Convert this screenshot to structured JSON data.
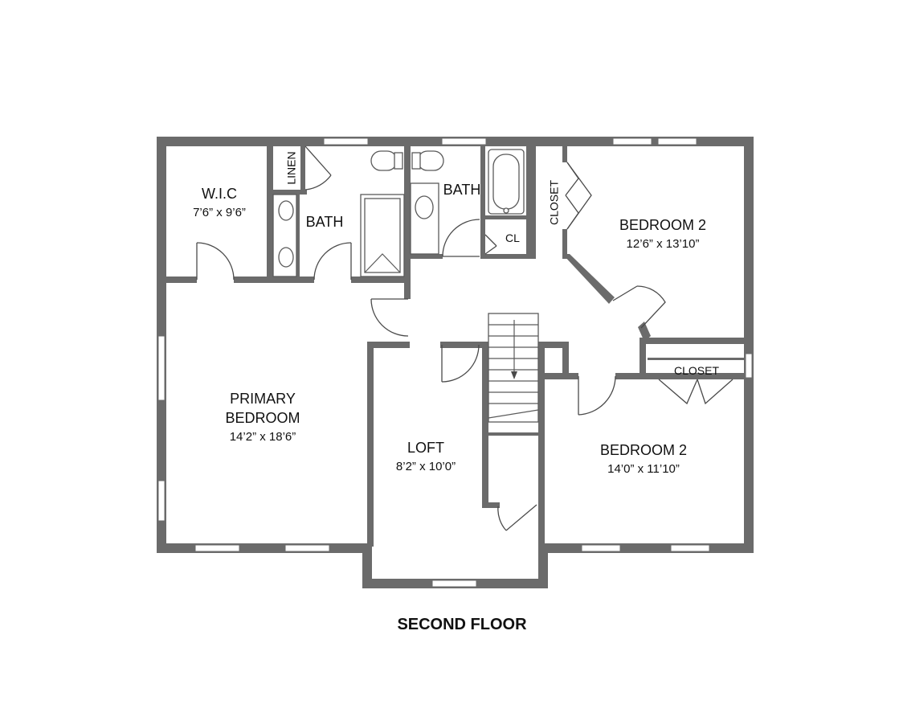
{
  "title": "SECOND FLOOR",
  "rooms": {
    "wic": {
      "name": "W.I.C",
      "dims": "7’6” x 9’6”"
    },
    "linen": {
      "name": "LINEN"
    },
    "bath1": {
      "name": "BATH"
    },
    "bath2": {
      "name": "BATH"
    },
    "closet_vertical": {
      "name": "CLOSET"
    },
    "cl": {
      "name": "CL"
    },
    "bedroom_upper": {
      "name": "BEDROOM 2",
      "dims": "12’6” x 13’10”"
    },
    "primary": {
      "name_line1": "PRIMARY",
      "name_line2": "BEDROOM",
      "dims": "14’2” x 18’6”"
    },
    "loft": {
      "name": "LOFT",
      "dims": "8’2” x 10’0”"
    },
    "closet_horizontal": {
      "name": "CLOSET"
    },
    "bedroom_lower": {
      "name": "BEDROOM 2",
      "dims": "14’0” x 11’10”"
    }
  },
  "colors": {
    "wall": "#6b6b6b",
    "background": "#ffffff",
    "text": "#111111"
  }
}
